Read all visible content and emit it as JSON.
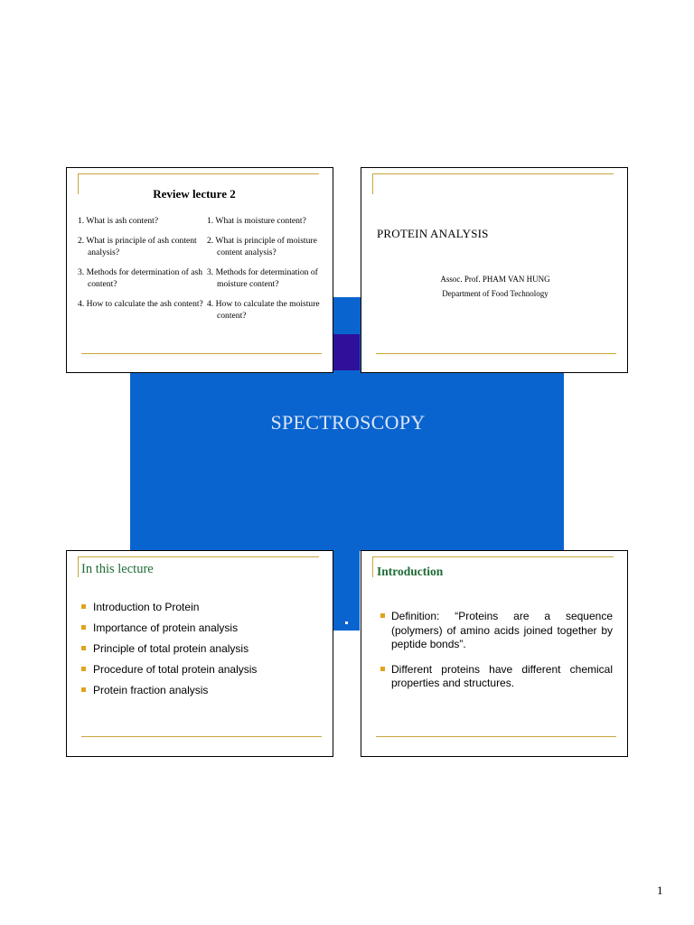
{
  "background_slide": {
    "title": "SPECTROSCOPY"
  },
  "review": {
    "title": "Review lecture 2",
    "left": [
      "1. What is ash content?",
      "2. What is principle of ash content analysis?",
      "3. Methods for determination of ash content?",
      "4. How to calculate the ash content?"
    ],
    "right": [
      "1. What is moisture content?",
      "2. What is principle of moisture content analysis?",
      "3. Methods for determination of moisture content?",
      "4. How to calculate the moisture content?"
    ]
  },
  "protein_analysis": {
    "title": "PROTEIN ANALYSIS",
    "author": "Assoc. Prof. PHAM VAN HUNG",
    "department": "Department of Food Technology"
  },
  "in_this_lecture": {
    "title": "In this lecture",
    "items": [
      "Introduction to Protein",
      "Importance of protein analysis",
      "Principle of total protein analysis",
      "Procedure of total protein analysis",
      "Protein fraction analysis"
    ]
  },
  "introduction": {
    "title": "Introduction",
    "items": [
      "Definition: “Proteins are a sequence (polymers) of amino acids joined together by peptide bonds”.",
      "Different proteins have different chemical properties and structures."
    ]
  },
  "page_number": "1",
  "colors": {
    "background_blue": "#0a64cf",
    "background_purple": "#2e109a",
    "accent_gold": "#c9a63a",
    "heading_green": "#1e6b36",
    "bullet": "#e0a31c"
  }
}
